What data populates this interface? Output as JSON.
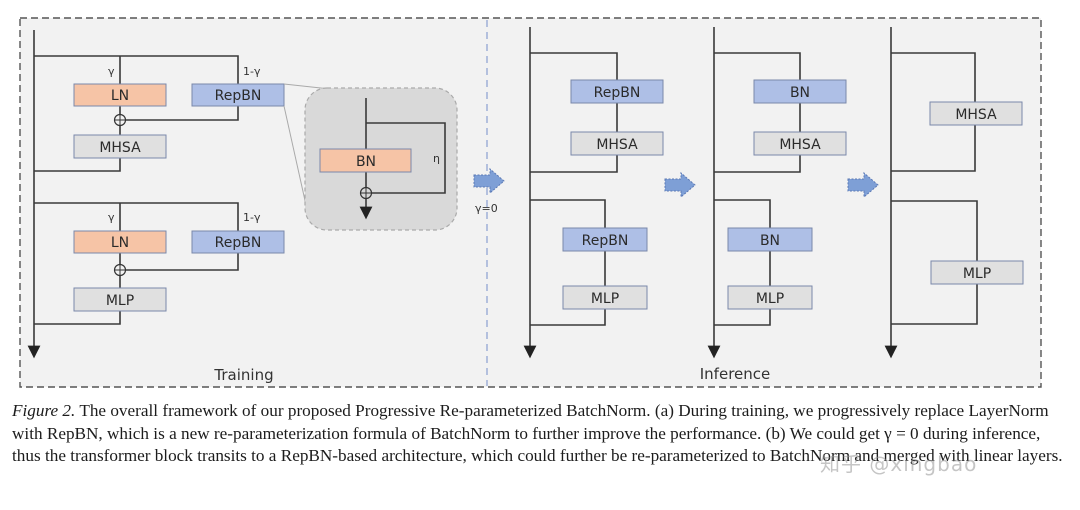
{
  "figure": {
    "sections": {
      "training": "Training",
      "inference": "Inference"
    },
    "colors": {
      "ln_fill": "#f6c4a6",
      "rep_fill": "#aebfe6",
      "gray_fill": "#e0e0e0",
      "box_stroke": "#7a88aa",
      "panel_bg": "#f2f2f2",
      "zoom_bg": "#d9d9d9",
      "arrow_fill": "#7e9fd6"
    },
    "training": {
      "gamma_label": "γ",
      "one_minus_gamma_label": "1-γ",
      "block1": {
        "ln": "LN",
        "repbn": "RepBN",
        "main": "MHSA"
      },
      "block2": {
        "ln": "LN",
        "repbn": "RepBN",
        "main": "MLP"
      }
    },
    "zoom_detail": {
      "bn": "BN",
      "eta_label": "η"
    },
    "transition_label": "γ=0",
    "inference": {
      "col1": {
        "norm1": "RepBN",
        "main1": "MHSA",
        "norm2": "RepBN",
        "main2": "MLP"
      },
      "col2": {
        "norm1": "BN",
        "main1": "MHSA",
        "norm2": "BN",
        "main2": "MLP"
      },
      "col3": {
        "main1": "MHSA",
        "main2": "MLP"
      }
    }
  },
  "caption": {
    "label": "Figure 2.",
    "text": " The overall framework of our proposed Progressive Re-parameterized BatchNorm. (a) During training, we progressively replace LayerNorm with RepBN, which is a new re-parameterization formula of BatchNorm to further improve the performance. (b) We could get γ = 0 during inference, thus the transformer block transits to a RepBN-based architecture, which could further be re-parameterized to BatchNorm and merged with linear layers."
  },
  "watermark": "知乎 @xingbao"
}
